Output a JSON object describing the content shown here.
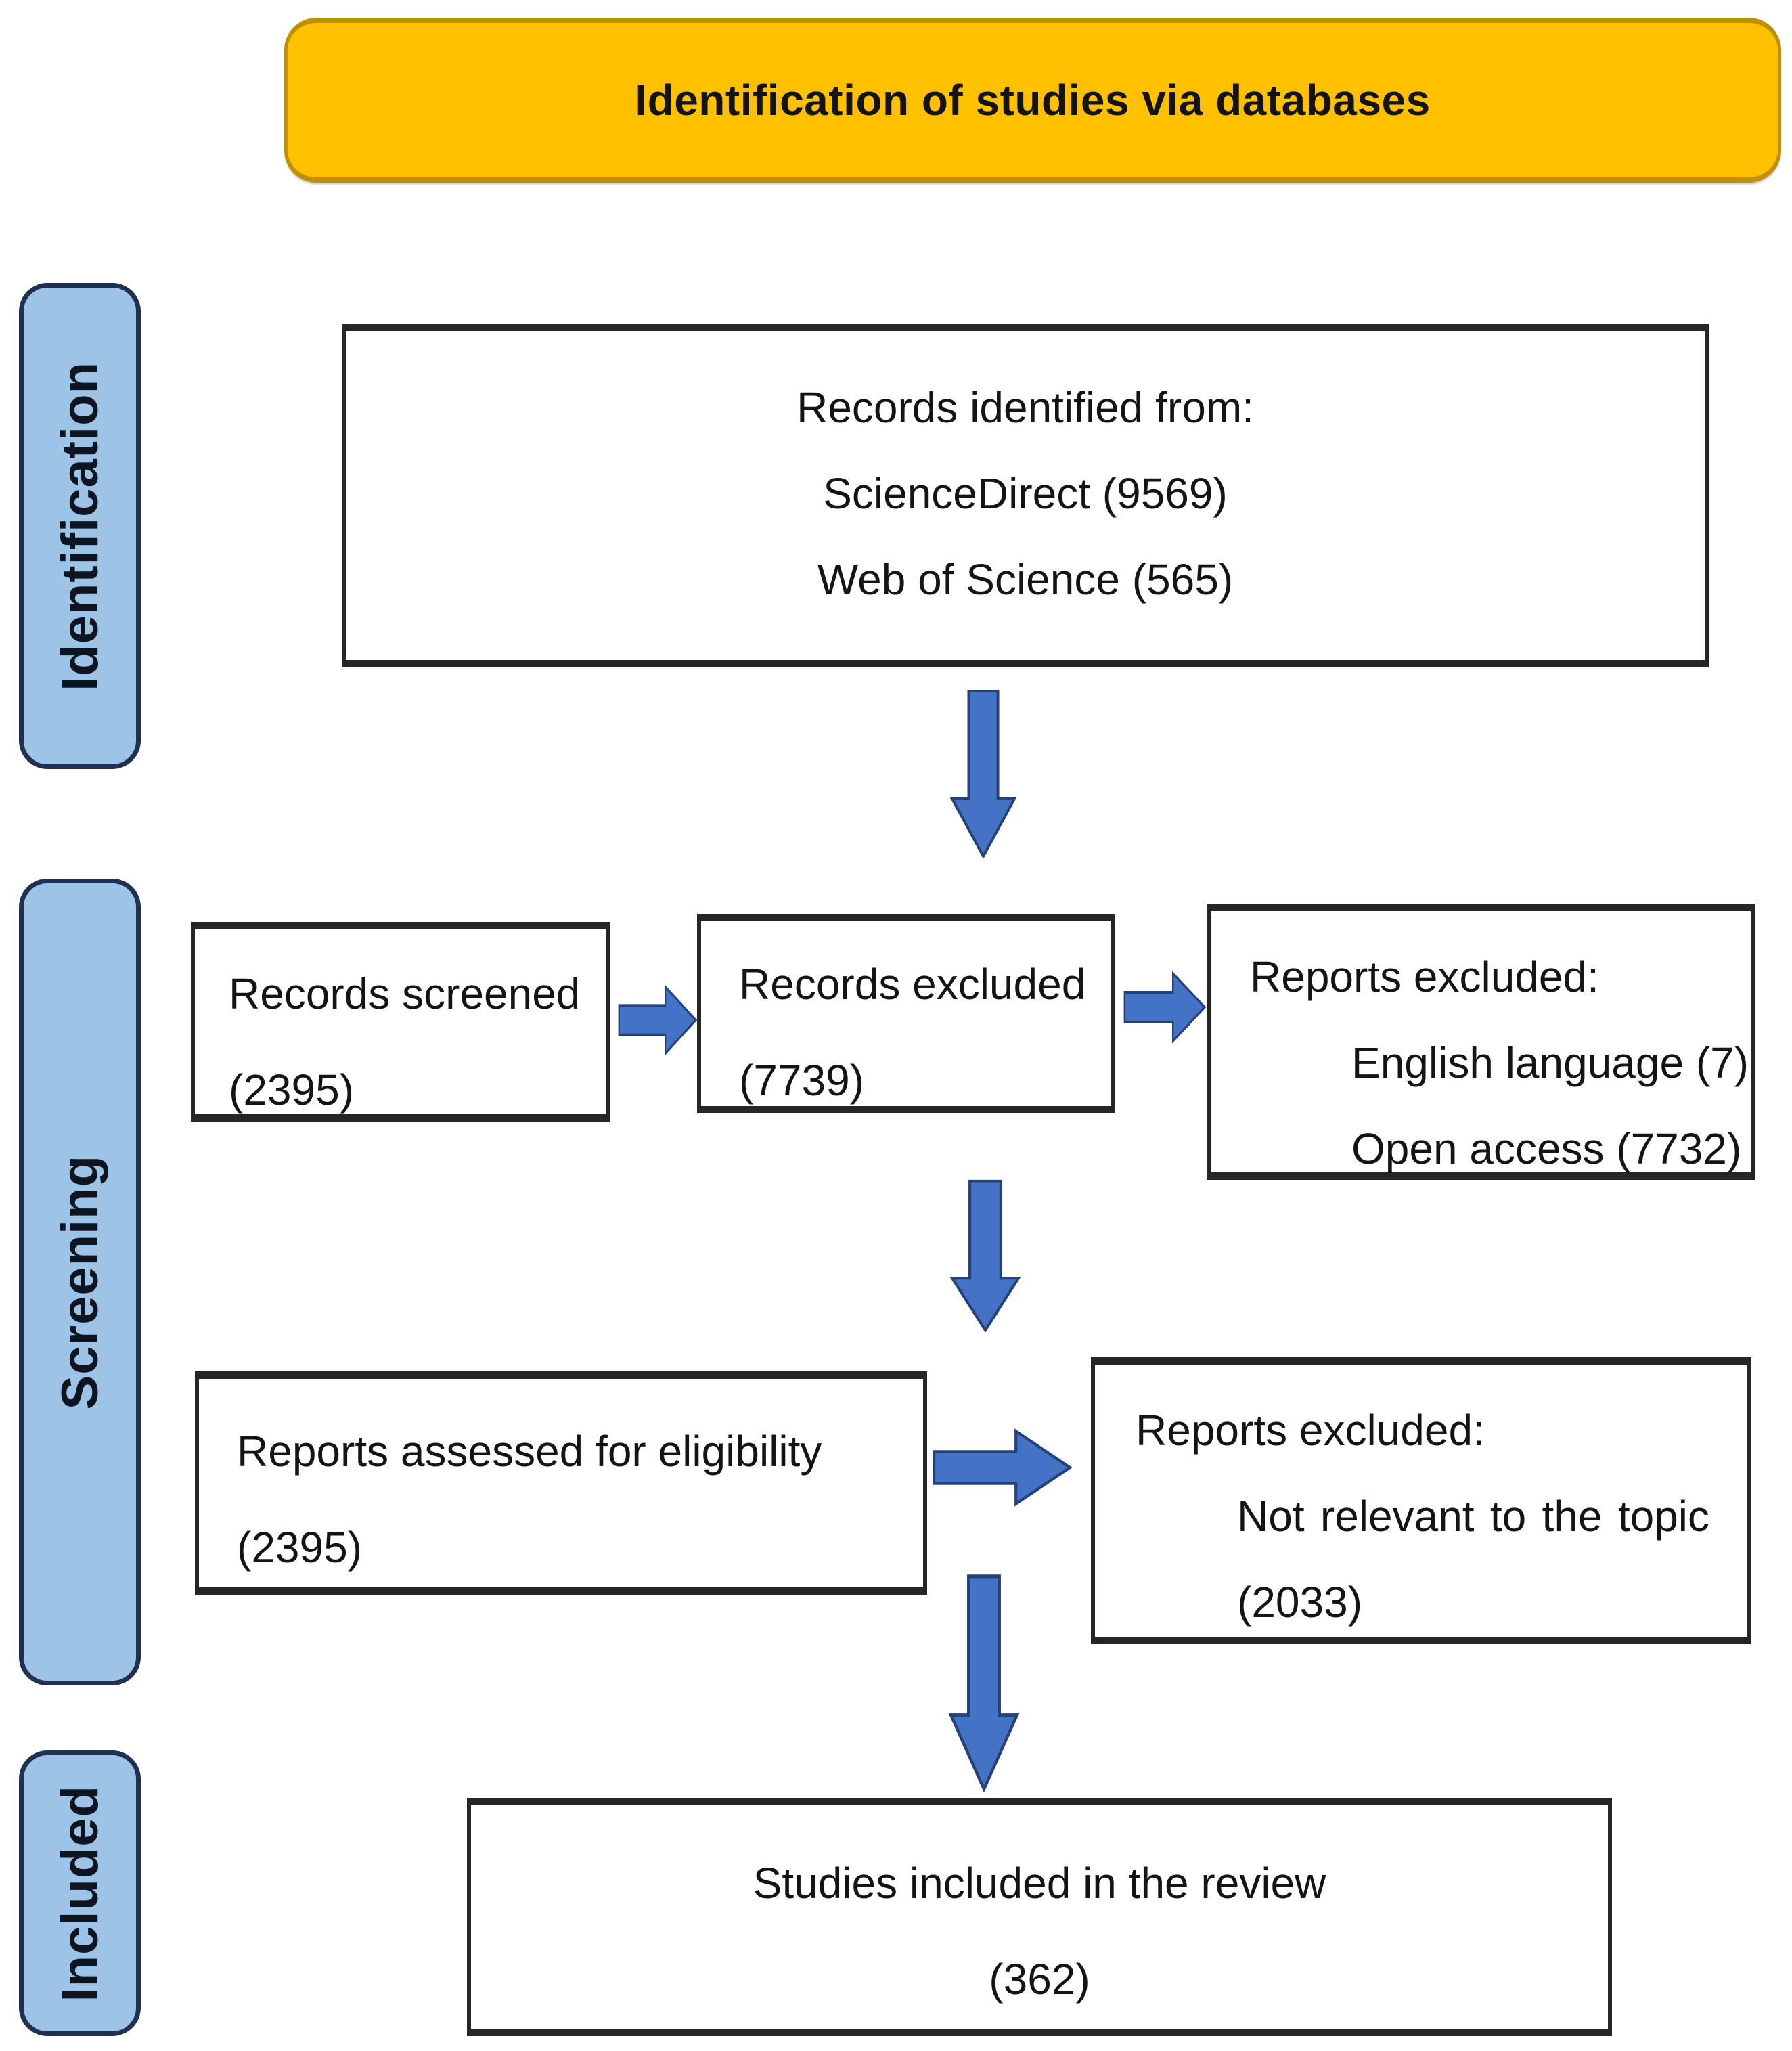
{
  "figure": {
    "title": "Identification of studies via databases",
    "stages": [
      {
        "label": "Identification"
      },
      {
        "label": "Screening"
      },
      {
        "label": "Included"
      }
    ],
    "boxes": {
      "records_identified": {
        "lines": [
          "Records identified from:",
          "ScienceDirect (9569)",
          "Web of Science (565)"
        ]
      },
      "records_screened": {
        "lines": [
          "Records screened",
          "(2395)"
        ]
      },
      "records_excluded": {
        "lines": [
          "Records excluded",
          "(7739)"
        ]
      },
      "reports_excluded_screening": {
        "heading": "Reports excluded:",
        "items": [
          "English language (7)",
          "Open access (7732)"
        ]
      },
      "reports_assessed": {
        "lines": [
          "Reports assessed for eligibility",
          "(2395)"
        ]
      },
      "reports_excluded_eligibility": {
        "heading": "Reports excluded:",
        "items": [
          "Not relevant to the topic",
          "(2033)"
        ]
      },
      "studies_included": {
        "lines": [
          "Studies included in the review",
          "(362)"
        ]
      }
    },
    "colors": {
      "title_fill": "#FFC000",
      "title_border": "#BF9000",
      "stage_fill": "#9DC3E6",
      "stage_border": "#1F3050",
      "arrow_fill": "#4472C4",
      "arrow_stroke": "#24417C",
      "box_border": "#262626",
      "text": "#141414"
    }
  }
}
